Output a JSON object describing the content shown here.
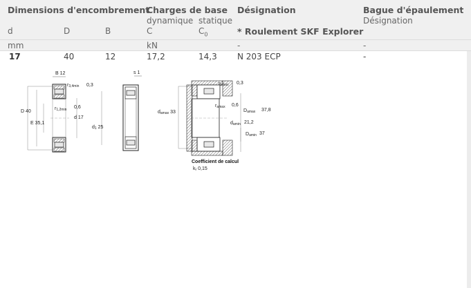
{
  "header": {
    "dimensions_title": "Dimensions d'encombrement",
    "charges_title": "Charges de base",
    "charges_dynamic": "dynamique",
    "charges_static": "statique",
    "designation_title": "Désignation",
    "designation_sub": "* Roulement SKF Explorer",
    "bague_title": "Bague d'épaulement",
    "bague_sub": "Désignation",
    "col_d": "d",
    "col_D": "D",
    "col_B": "B",
    "col_C": "C",
    "col_C0_main": "C",
    "col_C0_sub": "0"
  },
  "units": {
    "mm": "mm",
    "kN": "kN",
    "dash1": "-",
    "dash2": "-"
  },
  "row": {
    "d": "17",
    "D": "40",
    "B": "12",
    "C": "17,2",
    "C0": "14,3",
    "designation": "N 203 ECP",
    "bague": "-"
  },
  "drawing": {
    "left": {
      "B": "B",
      "B_val": "12",
      "r34_main": "r",
      "r34_sub": "3,4min",
      "r34_val": "0,3",
      "D_label": "D",
      "D_val": "40",
      "r12_main": "r",
      "r12_sub": "1,2min",
      "r12_val": "0,6",
      "E_label": "E",
      "E_val": "35,1",
      "d_label": "d",
      "d_val": "17",
      "d1_main": "d",
      "d1_sub": "1",
      "d1_val": "25"
    },
    "middle": {
      "s_label": "s",
      "s_val": "1"
    },
    "right": {
      "rbmax_main": "r",
      "rbmax_sub": "bmax",
      "rbmax_val": "0,3",
      "ramax_main": "r",
      "ramax_sub": "amax",
      "ramax_val": "0,6",
      "da_max_main": "d",
      "da_max_sub": "amax",
      "da_max_val": "33",
      "Da_max_main": "D",
      "Da_max_sub": "amax",
      "Da_max_val": "37,8",
      "da_min_main": "d",
      "da_min_sub": "amin",
      "da_min_val": "21,2",
      "Da_min_main": "D",
      "Da_min_sub": "amin",
      "Da_min_val": "37",
      "coef_title": "Coefficient de calcul",
      "kr_main": "k",
      "kr_sub": "r",
      "kr_val": "0,15"
    }
  }
}
